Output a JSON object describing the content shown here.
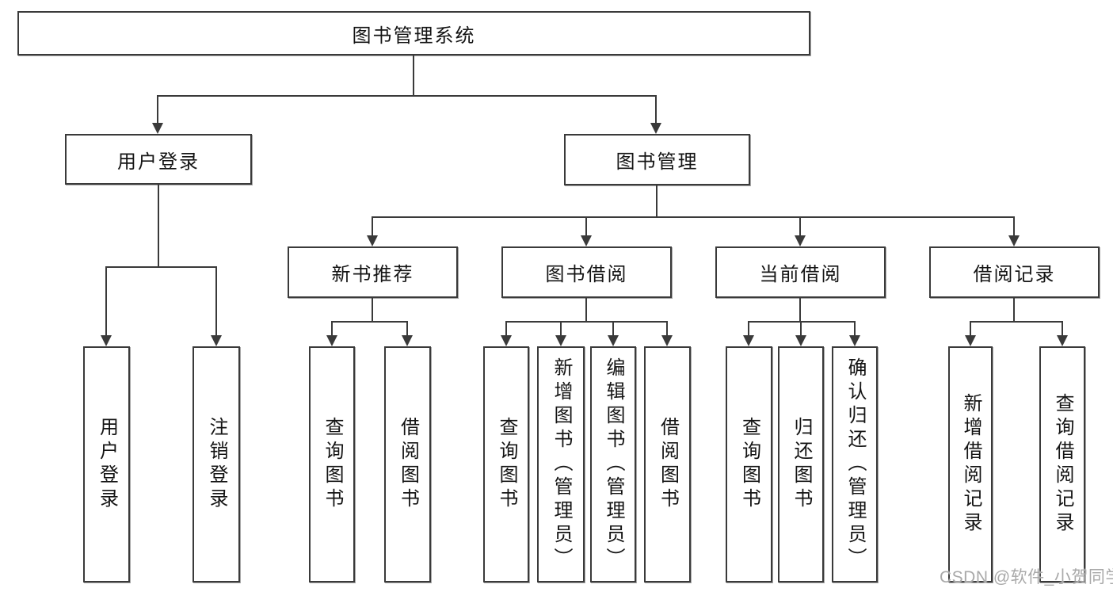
{
  "diagram_title": "图书管理系统",
  "tree": {
    "label": "图书管理系统",
    "children": [
      {
        "label": "用户登录",
        "children": [
          {
            "label": "用户登录"
          },
          {
            "label": "注销登录"
          }
        ]
      },
      {
        "label": "图书管理",
        "children": [
          {
            "label": "新书推荐",
            "children": [
              {
                "label": "查询图书"
              },
              {
                "label": "借阅图书"
              }
            ]
          },
          {
            "label": "图书借阅",
            "children": [
              {
                "label": "查询图书"
              },
              {
                "label": "新增图书（管理员）"
              },
              {
                "label": "编辑图书（管理员）"
              },
              {
                "label": "借阅图书"
              }
            ]
          },
          {
            "label": "当前借阅",
            "children": [
              {
                "label": "查询图书"
              },
              {
                "label": "归还图书"
              },
              {
                "label": "确认归还（管理员）"
              }
            ]
          },
          {
            "label": "借阅记录",
            "children": [
              {
                "label": "新增借阅记录"
              },
              {
                "label": "查询借阅记录"
              }
            ]
          }
        ]
      }
    ]
  },
  "watermark": "CSDN @软件_小贺同学",
  "colors": {
    "line": "#3a3a3a",
    "box_border": "#3a3a3a",
    "text": "#141414",
    "watermark": "#a9a9a9",
    "background": "#ffffff"
  }
}
